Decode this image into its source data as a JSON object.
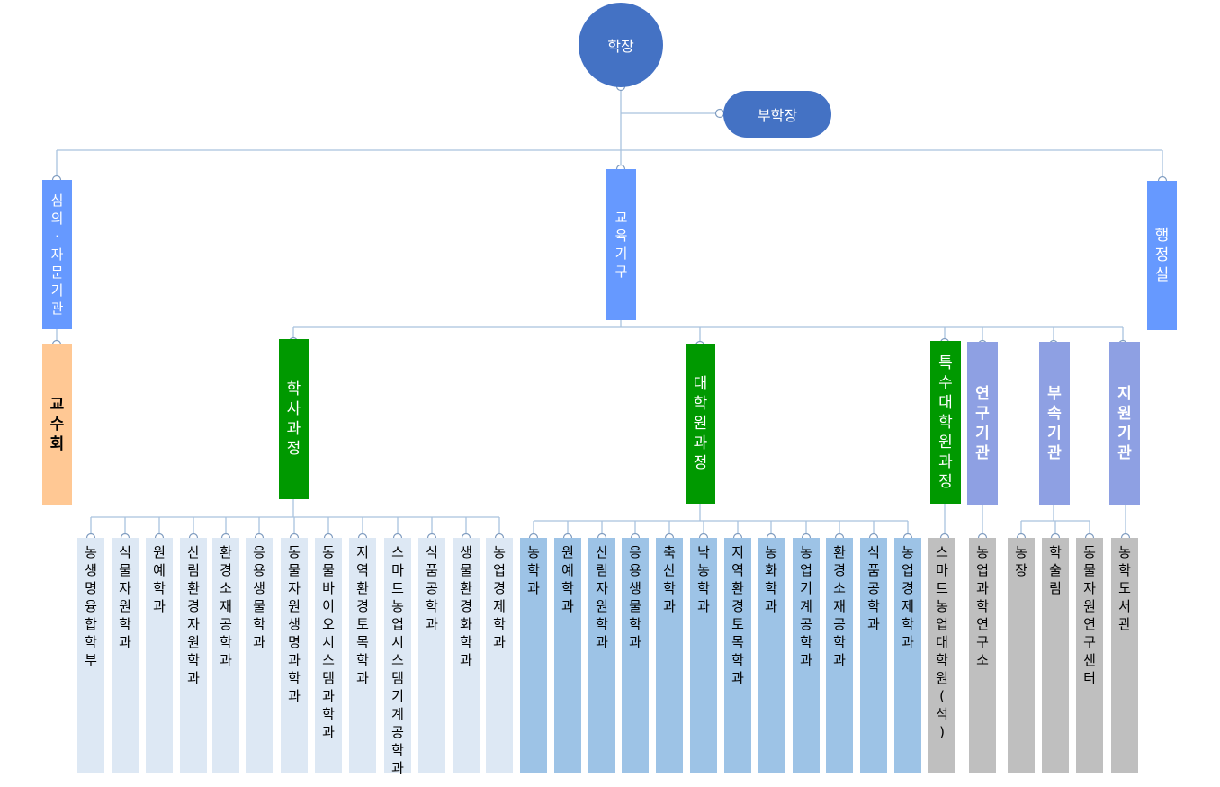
{
  "president": "학장",
  "vice_president": "부학장",
  "advisory": "심의·자문기관",
  "faculty_council": "교수회",
  "education": "교육기구",
  "admin_office": "행정실",
  "undergrad": {
    "title": "학사과정",
    "depts": [
      "농생명융합학부",
      "식물자원학과",
      "원예학과",
      "산림환경자원학과",
      "환경소재공학과",
      "응용생물학과",
      "동물자원생명과학과",
      "동물바이오시스템과학과",
      "지역환경토목학과",
      "스마트농업시스템기계공학과",
      "식품공학과",
      "생물환경화학과",
      "농업경제학과"
    ]
  },
  "graduate": {
    "title": "대학원과정",
    "depts": [
      "농학과",
      "원예학과",
      "산림자원학과",
      "응용생물학과",
      "축산학과",
      "낙농학과",
      "지역환경토목학과",
      "농화학과",
      "농업기계공학과",
      "환경소재공학과",
      "식품공학과",
      "농업경제학과"
    ]
  },
  "special_grad": {
    "title": "특수대학원과정",
    "depts": [
      "스마트농업대학원(석)"
    ]
  },
  "research": {
    "title": "연구기관",
    "depts": [
      "농업과학연구소"
    ]
  },
  "affiliated": {
    "title": "부속기관",
    "depts": [
      "농장",
      "학술림",
      "동물자원연구센터"
    ]
  },
  "support": {
    "title": "지원기관",
    "depts": [
      "농학도서관"
    ]
  },
  "colors": {
    "circle": "#4472c4",
    "top_bar": "#6699ff",
    "faculty": "#ffc894",
    "green": "#009900",
    "purple_blue": "#8ea0e3",
    "light_blue": "#dde8f4",
    "mid_blue": "#9dc3e6",
    "gray": "#bfbfbf",
    "wire": "#a9c2de"
  }
}
